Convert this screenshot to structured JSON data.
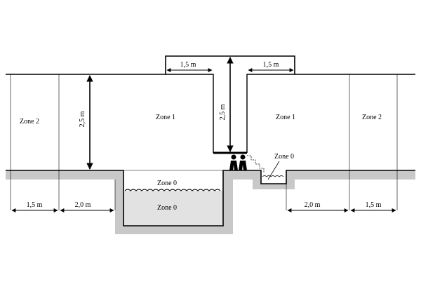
{
  "zones": {
    "zone2_left": "Zone 2",
    "zone1_left": "Zone 1",
    "zone1_right": "Zone 1",
    "zone2_right": "Zone 2",
    "zone0_pool_top": "Zone 0",
    "zone0_pool": "Zone 0",
    "zone0_shower": "Zone 0"
  },
  "dimensions": {
    "left_1_5": "1,5 m",
    "left_2_0": "2,0 m",
    "right_2_0": "2,0 m",
    "right_1_5": "1,5 m",
    "ceiling_left_1_5": "1,5 m",
    "ceiling_right_1_5": "1,5 m",
    "height_left_2_5": "2,5 m",
    "height_center_2_5": "2,5 m"
  },
  "colors": {
    "line": "#000000",
    "ground": "#c8c8c8",
    "water": "#e2e2e2"
  }
}
